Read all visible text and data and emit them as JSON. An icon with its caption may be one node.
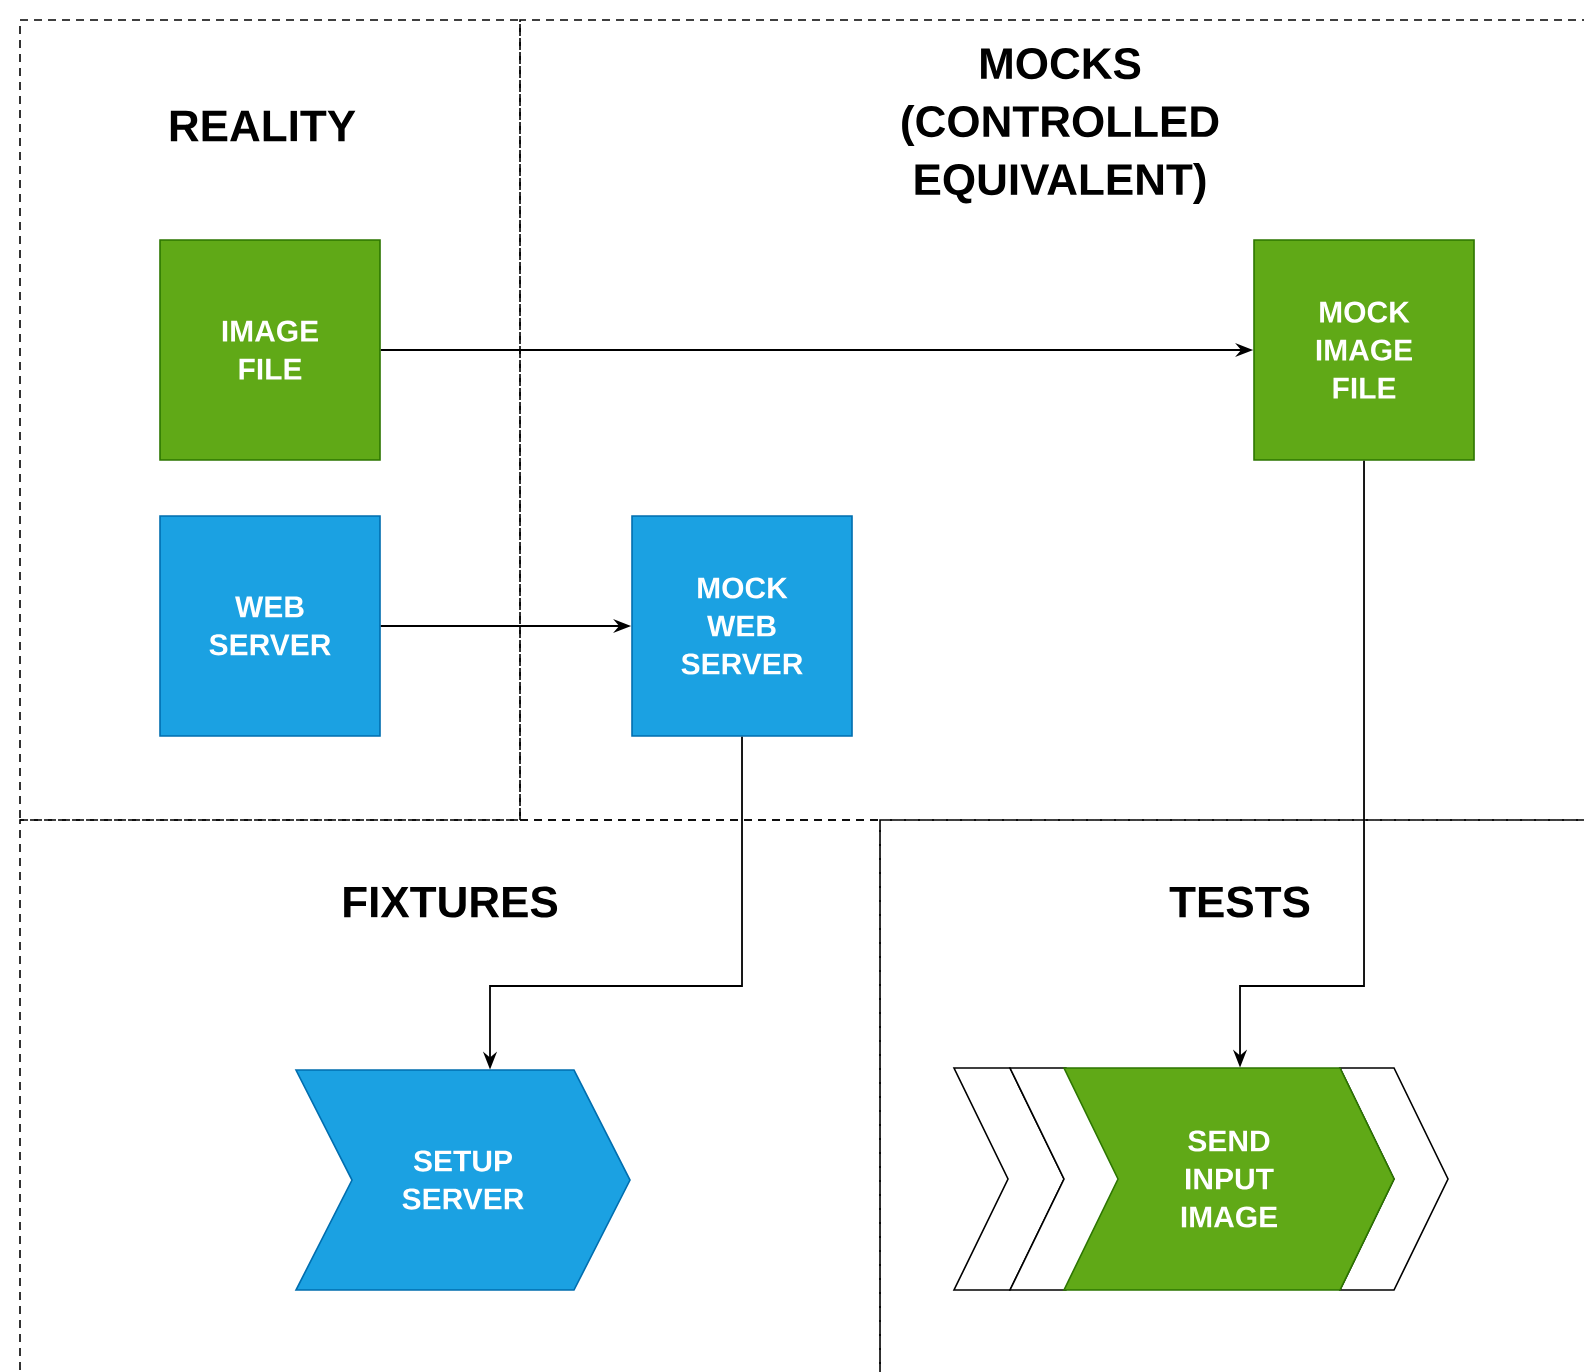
{
  "diagram": {
    "nodes": [
      {
        "text": [
          "REALITY"
        ]
      },
      {
        "text": [
          "IMAGE FILE"
        ],
        "in": 0
      },
      {
        "text": [
          "WEB SERVER"
        ],
        "in": 0
      },
      {
        "text": [
          "MOCKS (CONTROLLED EQUIVALENT)"
        ]
      },
      {
        "text": [
          "MOCK IMAGE FILE"
        ],
        "in": 3
      },
      {
        "text": [
          "MOCK WEB SERVER"
        ],
        "in": 3
      },
      {
        "text": [
          "FIXTURES"
        ]
      },
      {
        "text": [
          "SETUP SERVER"
        ],
        "in": 6
      },
      {
        "text": [
          "TESTS"
        ]
      },
      {
        "text": [
          "SEND INPUT IMAGE"
        ],
        "in": 8
      }
    ],
    "edges": [
      {
        "from": 1,
        "to": 4,
        "arrow": "to"
      },
      {
        "from": 2,
        "to": 5,
        "arrow": "to"
      },
      {
        "from": 5,
        "to": 7,
        "arrow": "to"
      },
      {
        "from": 4,
        "to": 9,
        "arrow": "to"
      }
    ]
  }
}
